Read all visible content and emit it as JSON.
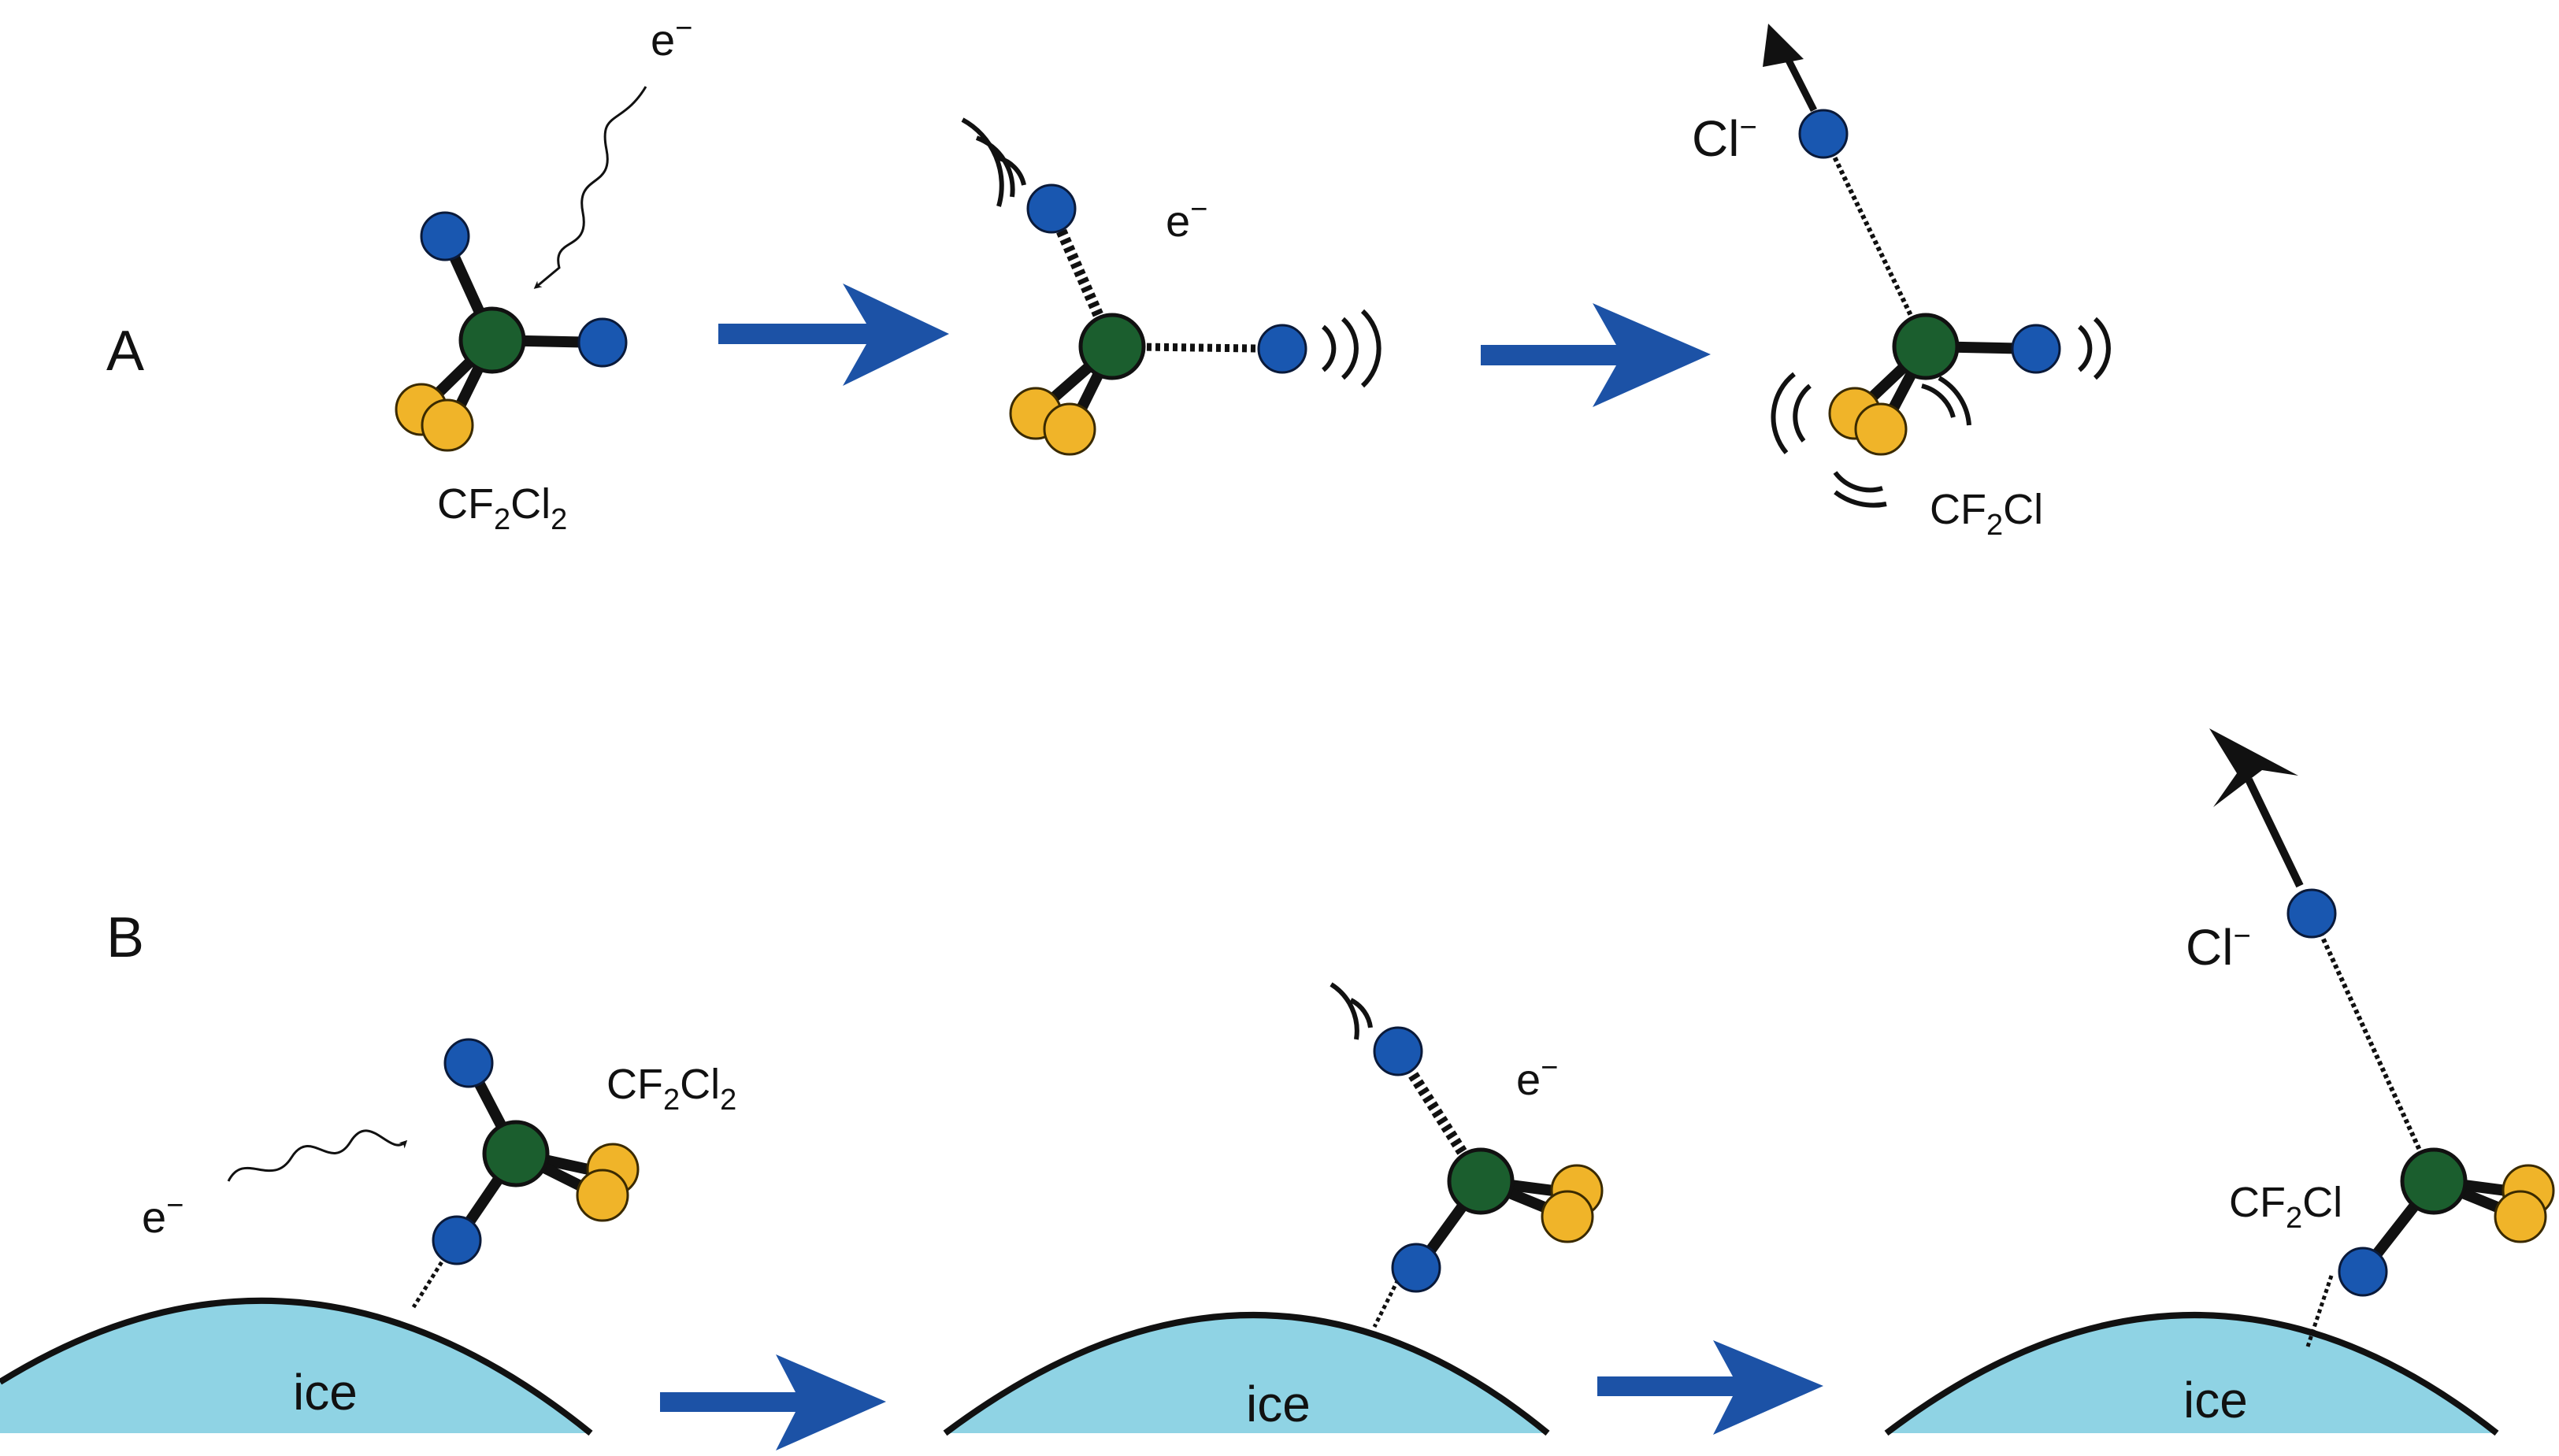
{
  "panels": {
    "a": {
      "label": "A"
    },
    "b": {
      "label": "B"
    }
  },
  "molecules": {
    "cf2cl2": {
      "base": "CF",
      "sub1": "2",
      "mid": "Cl",
      "sub2": "2"
    },
    "cf2cl": {
      "base": "CF",
      "sub1": "2",
      "mid": "Cl"
    }
  },
  "species": {
    "electron": {
      "base": "e",
      "sup": "−"
    },
    "chloride": {
      "base": "Cl",
      "sup": "−"
    }
  },
  "surface": {
    "label": "ice"
  },
  "colors": {
    "carbon": "#1b5e2e",
    "chlorine": "#1957b0",
    "fluorine": "#f0b429",
    "arrow": "#1c52a6",
    "ice": "#8fd3e4",
    "bond": "#111111"
  }
}
